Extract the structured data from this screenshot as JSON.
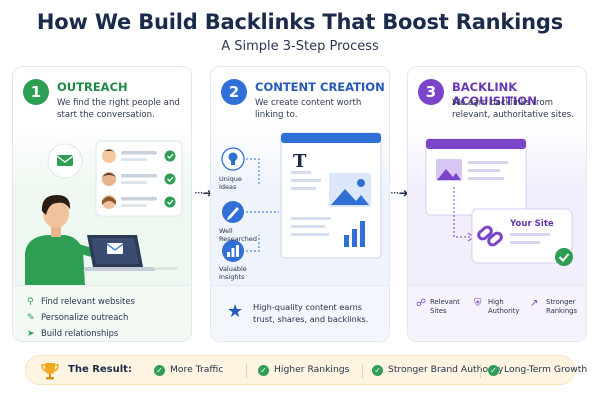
{
  "header": {
    "title": "How We Build Backlinks That Boost Rankings",
    "subtitle": "A Simple 3-Step Process"
  },
  "steps": [
    {
      "number": "1",
      "title": "OUTREACH",
      "description": "We find the right people and start the conversation.",
      "features": [
        "Find relevant websites",
        "Personalize outreach",
        "Build relationships"
      ],
      "icons": [
        "search-icon",
        "user-edit-icon",
        "send-icon"
      ]
    },
    {
      "number": "2",
      "title": "CONTENT CREATION",
      "description": "We create content worth linking to.",
      "qualities": [
        {
          "line1": "Unique",
          "line2": "Ideas"
        },
        {
          "line1": "Well",
          "line2": "Researched"
        },
        {
          "line1": "Valuable",
          "line2": "Insights"
        }
      ],
      "footer": "High-quality content earns trust, shares, and backlinks.",
      "doc_letter": "T"
    },
    {
      "number": "3",
      "title": "BACKLINK ACQUISITION",
      "description": "We earn backlinks from relevant, authoritative sites.",
      "site_label": "Your Site",
      "benefits": [
        {
          "line1": "Relevant",
          "line2": "Sites"
        },
        {
          "line1": "High",
          "line2": "Authority"
        },
        {
          "line1": "Stronger",
          "line2": "Rankings"
        }
      ]
    }
  ],
  "result": {
    "label": "The Result:",
    "items": [
      "More Traffic",
      "Higher Rankings",
      "Stronger Brand Authority",
      "Long-Term Growth"
    ]
  },
  "colors": {
    "green": "#2f9e55",
    "blue": "#2f6fd6",
    "purple": "#7a45c9",
    "navy": "#1b2b4b",
    "gold": "#f2a91f"
  }
}
